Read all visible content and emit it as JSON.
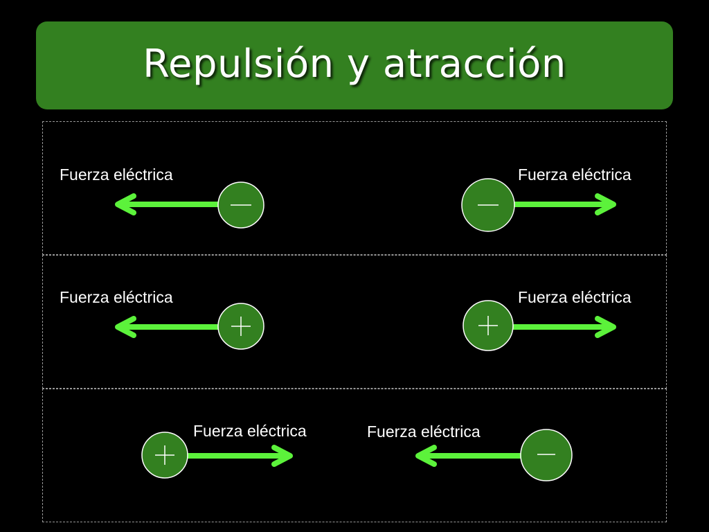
{
  "title": "Repulsión y atracción",
  "colors": {
    "title_bar": "#338020",
    "charge_fill": "#338020",
    "charge_stroke": "#ffffff",
    "arrow": "#5cf23a",
    "background": "#000000"
  },
  "panels": [
    {
      "label_left": "Fuerza eléctrica",
      "label_right": "Fuerza eléctrica",
      "charge_left": "negative",
      "charge_right": "negative"
    },
    {
      "label_left": "Fuerza eléctrica",
      "label_right": "Fuerza eléctrica",
      "charge_left": "positive",
      "charge_right": "positive"
    },
    {
      "label_left": "Fuerza eléctrica",
      "label_right": "Fuerza eléctrica",
      "charge_left": "positive",
      "charge_right": "negative"
    }
  ]
}
